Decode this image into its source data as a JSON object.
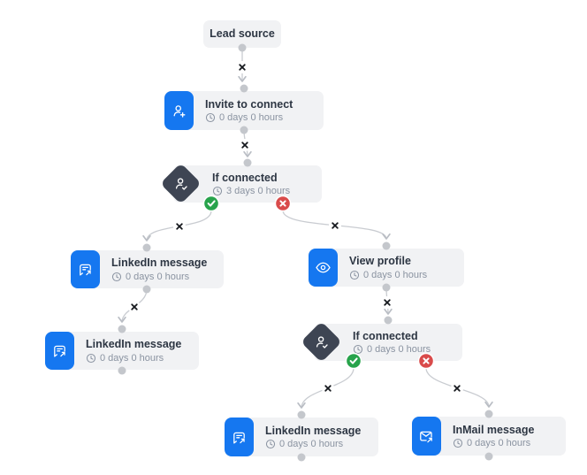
{
  "canvas": {
    "background": "#ffffff"
  },
  "colors": {
    "accent_blue": "#1577f0",
    "condition_diamond": "#3e4553",
    "node_background": "#f1f2f4",
    "success_green": "#27a34b",
    "danger_red": "#d94b4b",
    "connector_line": "#c9ccd1",
    "port_dot": "#c4c7cc",
    "title_text": "#2d3643",
    "subtitle_text": "#8a93a1",
    "x_marker": "#15181d"
  },
  "nodes": [
    {
      "id": "lead-source",
      "type": "source",
      "title": "Lead source",
      "delay": null,
      "icon": null
    },
    {
      "id": "invite-to-connect",
      "type": "action",
      "title": "Invite to connect",
      "delay": "0 days 0 hours",
      "icon": "user-plus-icon"
    },
    {
      "id": "if-connected-1",
      "type": "condition",
      "title": "If connected",
      "delay": "3 days 0 hours",
      "icon": "user-check-icon"
    },
    {
      "id": "linkedin-message-1",
      "type": "action",
      "title": "LinkedIn message",
      "delay": "0 days 0 hours",
      "icon": "chat-arrow-icon"
    },
    {
      "id": "view-profile",
      "type": "action",
      "title": "View profile",
      "delay": "0 days 0 hours",
      "icon": "eye-icon"
    },
    {
      "id": "linkedin-message-2",
      "type": "action",
      "title": "LinkedIn message",
      "delay": "0 days 0 hours",
      "icon": "chat-arrow-icon"
    },
    {
      "id": "if-connected-2",
      "type": "condition",
      "title": "If connected",
      "delay": "0 days 0 hours",
      "icon": "user-check-icon"
    },
    {
      "id": "linkedin-message-3",
      "type": "action",
      "title": "LinkedIn message",
      "delay": "0 days 0 hours",
      "icon": "chat-arrow-icon"
    },
    {
      "id": "inmail-message",
      "type": "action",
      "title": "InMail message",
      "delay": "0 days 0 hours",
      "icon": "mail-arrow-icon"
    }
  ],
  "edges": [
    {
      "from": "lead-source",
      "to": "invite-to-connect",
      "branch": null
    },
    {
      "from": "invite-to-connect",
      "to": "if-connected-1",
      "branch": null
    },
    {
      "from": "if-connected-1",
      "to": "linkedin-message-1",
      "branch": "yes"
    },
    {
      "from": "if-connected-1",
      "to": "view-profile",
      "branch": "no"
    },
    {
      "from": "linkedin-message-1",
      "to": "linkedin-message-2",
      "branch": null
    },
    {
      "from": "view-profile",
      "to": "if-connected-2",
      "branch": null
    },
    {
      "from": "if-connected-2",
      "to": "linkedin-message-3",
      "branch": "yes"
    },
    {
      "from": "if-connected-2",
      "to": "inmail-message",
      "branch": "no"
    }
  ]
}
